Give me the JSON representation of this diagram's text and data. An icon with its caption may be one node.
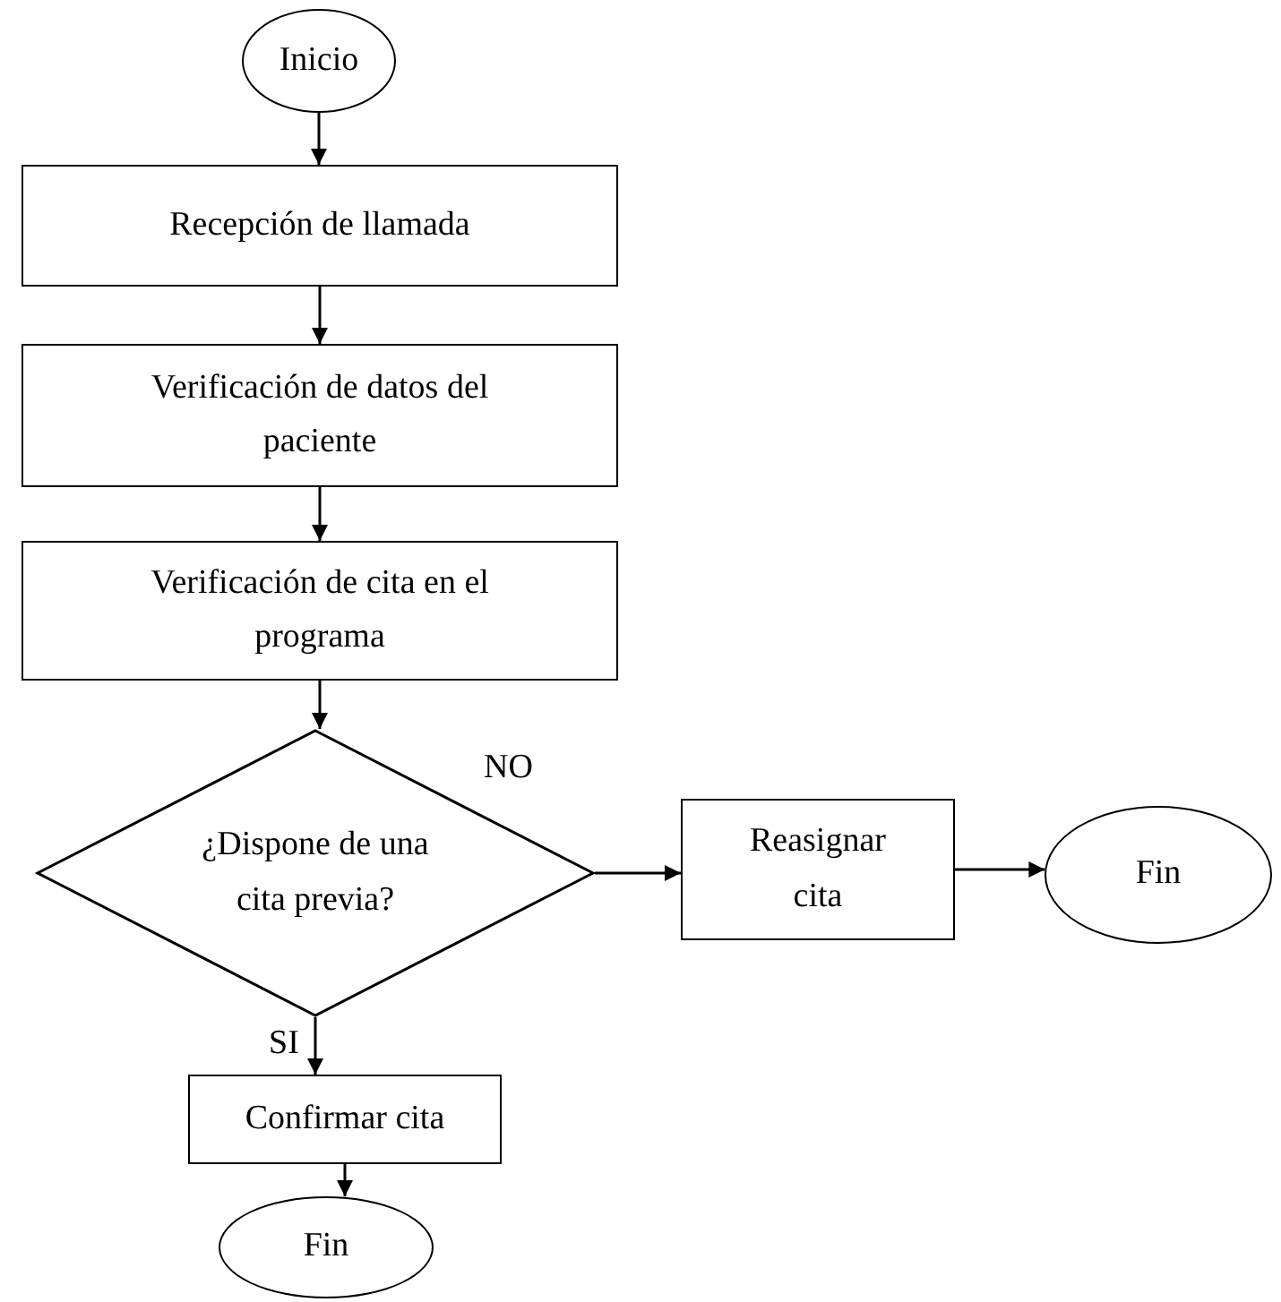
{
  "diagram": {
    "nodes": [
      {
        "text": [
          "Inicio"
        ]
      },
      {
        "text": [
          "Recepción de llamada"
        ]
      },
      {
        "text": [
          "Verificación de datos del paciente"
        ]
      },
      {
        "text": [
          "Verificación de cita en el programa"
        ]
      },
      {
        "text": [
          "¿Dispone de una cita previa?"
        ]
      },
      {
        "text": [
          "Reasignar cita"
        ]
      },
      {
        "text": [
          "Fin"
        ]
      },
      {
        "text": [
          "Confirmar cita"
        ]
      },
      {
        "text": [
          "Fin"
        ]
      }
    ],
    "edges": [
      {
        "from": 0,
        "to": 1,
        "arrow": "to"
      },
      {
        "from": 1,
        "to": 2,
        "arrow": "to"
      },
      {
        "from": 2,
        "to": 3,
        "arrow": "to"
      },
      {
        "from": 3,
        "to": 4,
        "arrow": "to"
      },
      {
        "from": 4,
        "to": 5,
        "arrow": "to",
        "label": "NO"
      },
      {
        "from": 5,
        "to": 6,
        "arrow": "to"
      },
      {
        "from": 4,
        "to": 7,
        "arrow": "to",
        "label": "SI"
      },
      {
        "from": 7,
        "to": 8,
        "arrow": "to"
      }
    ]
  }
}
